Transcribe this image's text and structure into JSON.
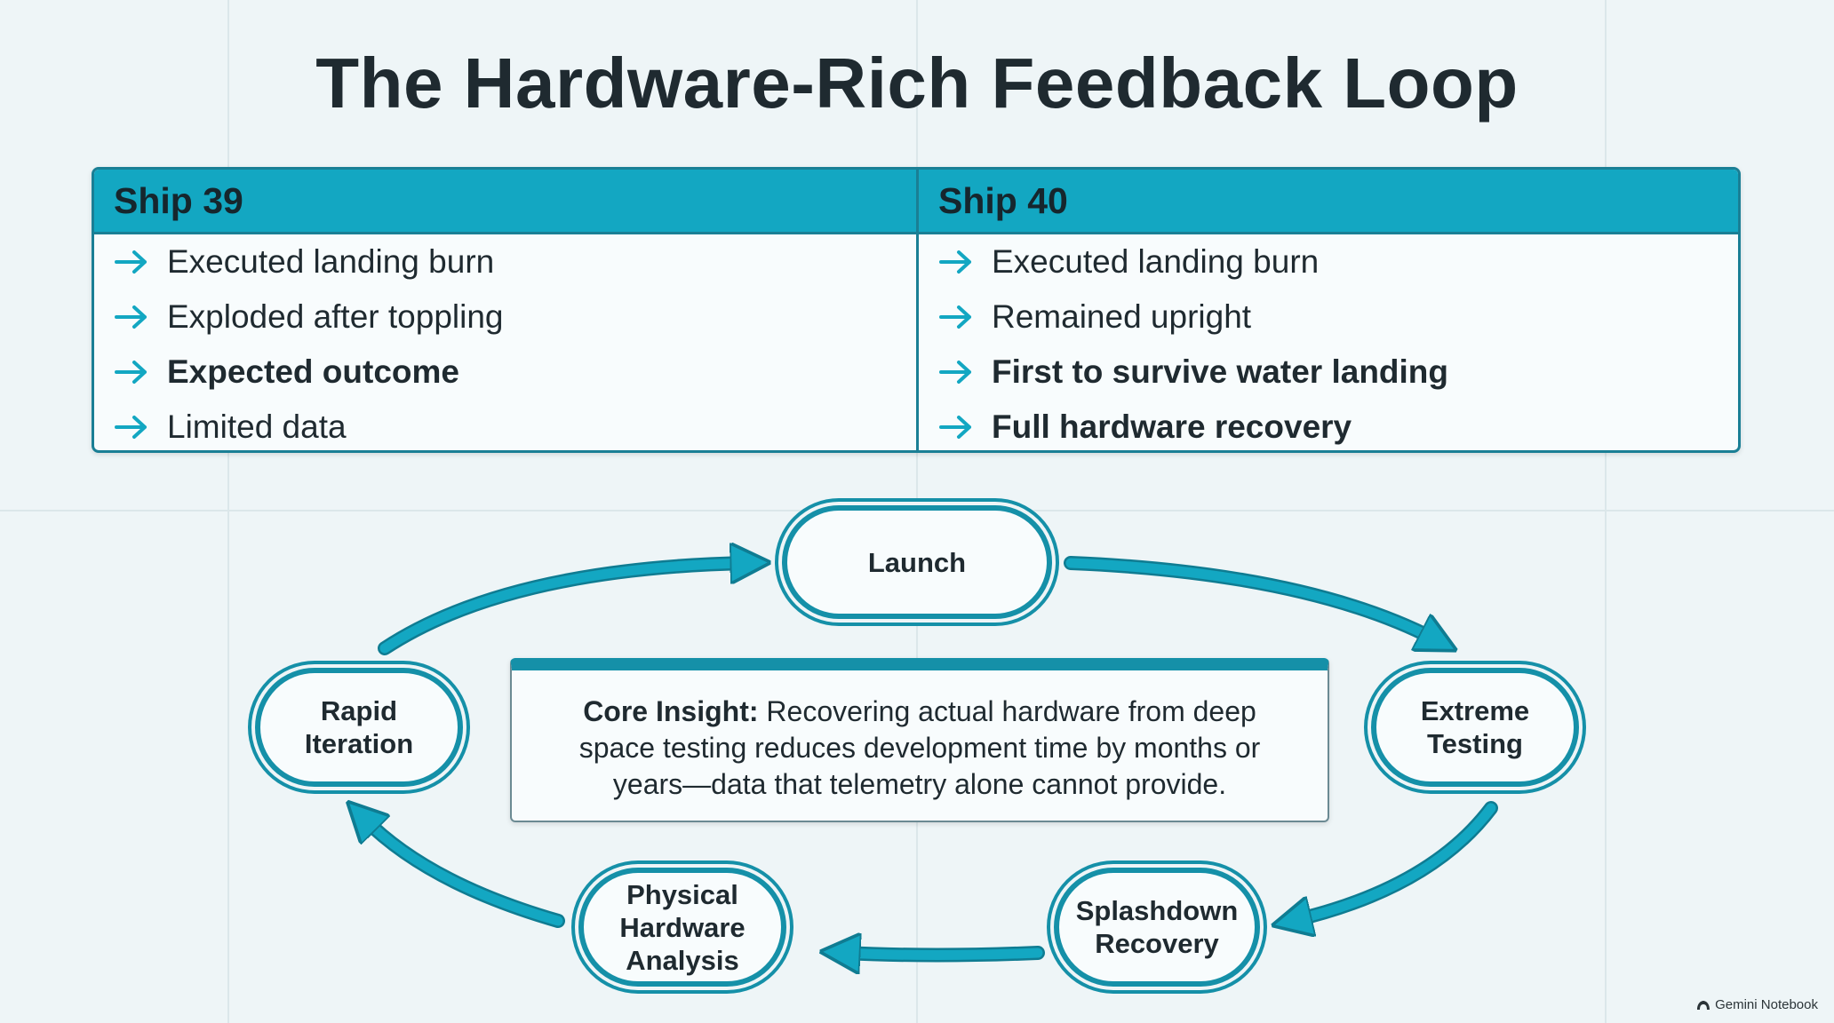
{
  "title": "The Hardware-Rich Feedback Loop",
  "table": {
    "columns": [
      {
        "header": "Ship 39",
        "items": [
          {
            "text": "Executed landing burn",
            "bold": false
          },
          {
            "text": "Exploded after toppling",
            "bold": false
          },
          {
            "text": "Expected outcome",
            "bold": true
          },
          {
            "text": "Limited data",
            "bold": false
          }
        ]
      },
      {
        "header": "Ship 40",
        "items": [
          {
            "text": "Executed landing burn",
            "bold": false
          },
          {
            "text": "Remained upright",
            "bold": false
          },
          {
            "text": "First to survive water landing",
            "bold": true
          },
          {
            "text": "Full hardware recovery",
            "bold": true
          }
        ]
      }
    ]
  },
  "cycle": {
    "nodes": [
      "Launch",
      "Extreme\nTesting",
      "Splashdown\nRecovery",
      "Physical\nHardware\nAnalysis",
      "Rapid\nIteration"
    ]
  },
  "insight": {
    "label": "Core Insight:",
    "text": "Recovering actual hardware from deep space testing reduces development time by months or years—data that telemetry alone cannot provide."
  },
  "branding": "Gemini Notebook",
  "colors": {
    "accent": "#13a7c2",
    "stroke": "#1590a8",
    "background": "#eef5f7"
  }
}
